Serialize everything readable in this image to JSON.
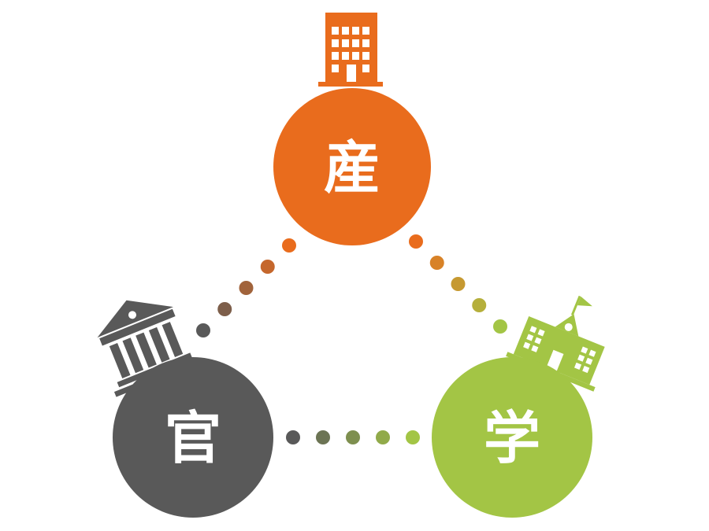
{
  "nodes": {
    "industry": {
      "label": "産",
      "color": "#e96c1d",
      "icon": "office-building-icon"
    },
    "government": {
      "label": "官",
      "color": "#595959",
      "icon": "government-building-icon"
    },
    "academia": {
      "label": "学",
      "color": "#a3c545",
      "icon": "school-building-icon"
    }
  },
  "connectors": {
    "industry_government": {
      "from_color": "#e96c1d",
      "to_color": "#595959",
      "dots": 5
    },
    "industry_academia": {
      "from_color": "#e96c1d",
      "to_color": "#a3c545",
      "dots": 5
    },
    "government_academia": {
      "from_color": "#595959",
      "to_color": "#a3c545",
      "dots": 5
    }
  }
}
